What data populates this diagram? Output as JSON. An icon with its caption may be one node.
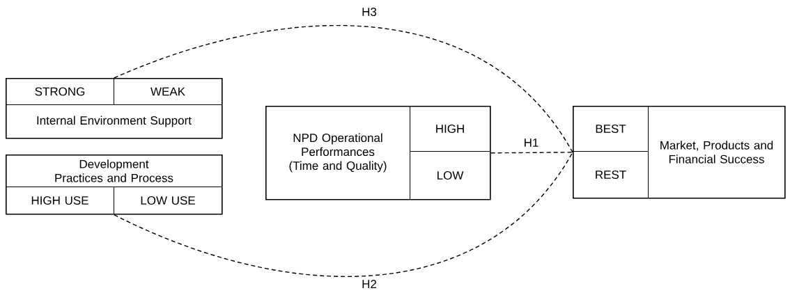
{
  "diagram": {
    "nodes": [
      {
        "text": [],
        "shape": "box"
      },
      {
        "text": [
          "STRONG"
        ],
        "in": 0
      },
      {
        "text": [
          "WEAK"
        ],
        "in": 0
      },
      {
        "text": [
          "Internal Environment Support"
        ],
        "in": 0
      },
      {
        "text": [],
        "shape": "box"
      },
      {
        "text": [
          "Development Practices and Process"
        ],
        "in": 4
      },
      {
        "text": [
          "HIGH USE"
        ],
        "in": 4
      },
      {
        "text": [
          "LOW USE"
        ],
        "in": 4
      },
      {
        "text": [],
        "shape": "box"
      },
      {
        "text": [
          "NPD Operational Performances (Time and Quality)"
        ],
        "in": 8
      },
      {
        "text": [
          "HIGH"
        ],
        "in": 8
      },
      {
        "text": [
          "LOW"
        ],
        "in": 8
      },
      {
        "text": [],
        "shape": "box"
      },
      {
        "text": [
          "BEST"
        ],
        "in": 12
      },
      {
        "text": [
          "REST"
        ],
        "in": 12
      },
      {
        "text": [
          "Market, Products and Financial Success"
        ],
        "in": 12
      }
    ],
    "edges": [
      {
        "from": 8,
        "to": 12,
        "arrow": "none",
        "label": "H1",
        "style": "dashed"
      },
      {
        "from": 4,
        "to": 12,
        "arrow": "none",
        "label": "H2",
        "style": "dashed"
      },
      {
        "from": 0,
        "to": 12,
        "arrow": "none",
        "label": "H3",
        "style": "dashed"
      }
    ]
  }
}
